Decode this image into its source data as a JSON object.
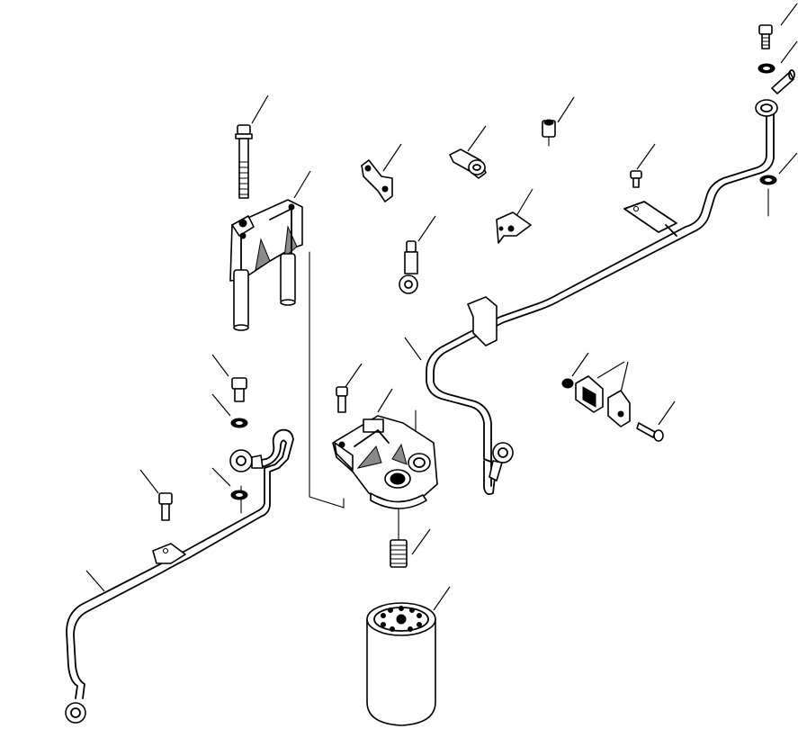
{
  "diagram": {
    "parts": [
      {
        "name": "bracket-bolt"
      },
      {
        "name": "filter-bracket"
      },
      {
        "name": "plate-clip"
      },
      {
        "name": "pipe-clamp"
      },
      {
        "name": "cap"
      },
      {
        "name": "clamp-bolt"
      },
      {
        "name": "angle-bracket"
      },
      {
        "name": "banjo-bolt"
      },
      {
        "name": "fuel-pipe-upper"
      },
      {
        "name": "eye-bolt-upper"
      },
      {
        "name": "washer-upper"
      },
      {
        "name": "washer-lower-right"
      },
      {
        "name": "fuel-pipe-middle"
      },
      {
        "name": "clip-nut"
      },
      {
        "name": "clip-bracket"
      },
      {
        "name": "screw"
      },
      {
        "name": "eye-bolt-left"
      },
      {
        "name": "washer-left-upper"
      },
      {
        "name": "washer-left-lower"
      },
      {
        "name": "head-bolt"
      },
      {
        "name": "filter-head"
      },
      {
        "name": "pipe-bolt"
      },
      {
        "name": "fuel-pipe-lower"
      },
      {
        "name": "nipple"
      },
      {
        "name": "fuel-filter-cartridge"
      }
    ]
  }
}
